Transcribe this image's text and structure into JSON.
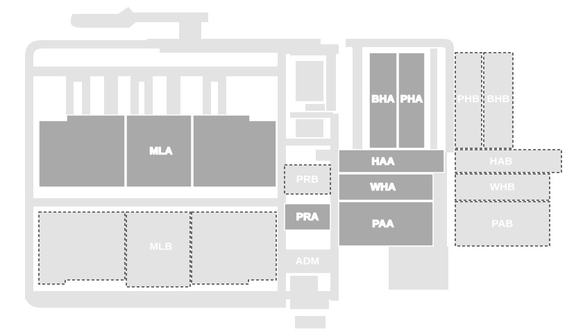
{
  "map": {
    "colors": {
      "background": "#ffffff",
      "road": "#e3e3e3",
      "road_light": "#eeeeee",
      "existing_building": "#a9a9a9",
      "planned_building": "#e3e3e3",
      "outline": "#222222",
      "label": "#ffffff"
    },
    "buildings": {
      "mla": {
        "label": "MLA",
        "status": "existing"
      },
      "mlb": {
        "label": "MLB",
        "status": "planned"
      },
      "bha": {
        "label": "BHA",
        "status": "existing"
      },
      "pha": {
        "label": "PHA",
        "status": "existing"
      },
      "haa": {
        "label": "HAA",
        "status": "existing"
      },
      "wha": {
        "label": "WHA",
        "status": "existing"
      },
      "paa": {
        "label": "PAA",
        "status": "existing"
      },
      "pra": {
        "label": "PRA",
        "status": "existing"
      },
      "prb": {
        "label": "PRB",
        "status": "planned"
      },
      "adm": {
        "label": "ADM",
        "status": "ancillary"
      },
      "phb": {
        "label": "PHB",
        "status": "planned"
      },
      "bhb": {
        "label": "BHB",
        "status": "planned"
      },
      "hab": {
        "label": "HAB",
        "status": "planned"
      },
      "whb": {
        "label": "WHB",
        "status": "planned"
      },
      "pab": {
        "label": "PAB",
        "status": "planned"
      }
    }
  }
}
